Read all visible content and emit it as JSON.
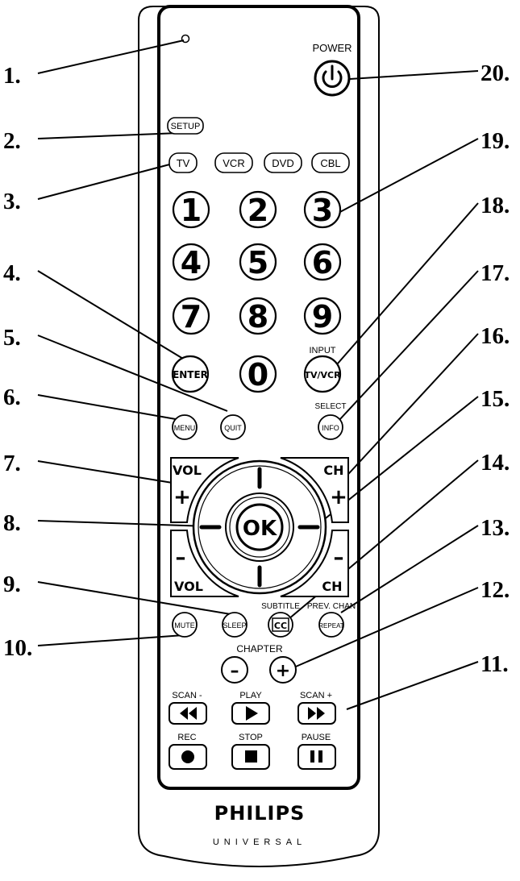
{
  "callouts": [
    "1.",
    "2.",
    "3.",
    "4.",
    "5.",
    "6.",
    "7.",
    "8.",
    "9.",
    "10.",
    "11.",
    "12.",
    "13.",
    "14.",
    "15.",
    "16.",
    "17.",
    "18.",
    "19.",
    "20."
  ],
  "remote": {
    "power_label": "POWER",
    "setup": "SETUP",
    "sources": [
      "TV",
      "VCR",
      "DVD",
      "CBL"
    ],
    "digits": [
      "1",
      "2",
      "3",
      "4",
      "5",
      "6",
      "7",
      "8",
      "9",
      "0"
    ],
    "enter": "ENTER",
    "input_label": "INPUT",
    "tv_vcr": "TV/VCR",
    "select_label": "SELECT",
    "info": "INFO",
    "menu": "MENU",
    "quit": "QUIT",
    "vol": "VOL",
    "ch": "CH",
    "plus": "+",
    "minus": "–",
    "ok": "OK",
    "subtitle_label": "SUBTITLE",
    "cc": "CC",
    "prev_chan_label": "PREV. CHAN",
    "mute": "MUTE",
    "sleep": "SLEEP",
    "repeat": "REPEAT",
    "chapter_label": "CHAPTER",
    "chapter_minus": "–",
    "chapter_plus": "+",
    "scan_minus_label": "SCAN -",
    "play_label": "PLAY",
    "scan_plus_label": "SCAN +",
    "rec_label": "REC",
    "stop_label": "STOP",
    "pause_label": "PAUSE",
    "brand": "PHILIPS",
    "brand_sub": "UNIVERSAL"
  }
}
